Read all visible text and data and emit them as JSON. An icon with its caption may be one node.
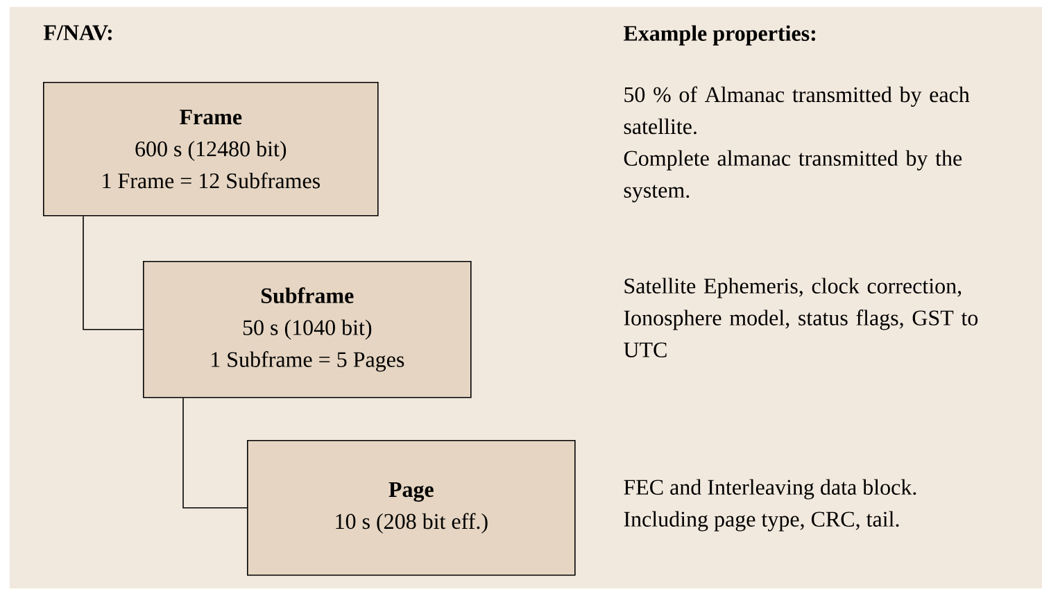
{
  "diagram": {
    "title": "F/NAV:",
    "nodes": [
      {
        "text": [
          "Frame",
          "600 s (12480 bit)",
          "1 Frame = 12 Subframes"
        ]
      },
      {
        "text": [
          "Subframe",
          "50 s (1040 bit)",
          "1 Subframe = 5 Pages"
        ]
      },
      {
        "text": [
          "Page",
          "10 s (208 bit eff.)"
        ]
      }
    ],
    "edges": [
      {
        "from": 0,
        "to": 1,
        "arrow": "none"
      },
      {
        "from": 1,
        "to": 2,
        "arrow": "none"
      }
    ],
    "labels": [
      "Example properties:",
      "50 % of Almanac transmitted by each satellite.",
      "Complete almanac transmitted by the system.",
      "Satellite Ephemeris, clock correction, Ionosphere model, status flags, GST to UTC",
      "FEC and Interleaving data block.",
      "Including page type, CRC, tail."
    ]
  }
}
